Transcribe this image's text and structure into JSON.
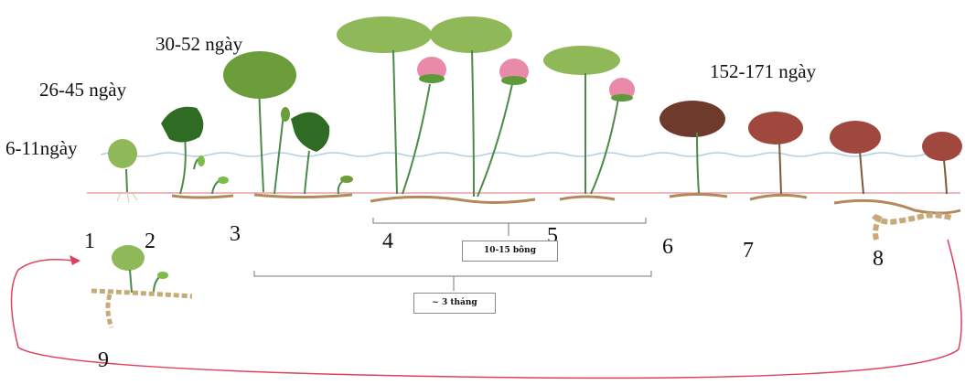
{
  "durations": {
    "d1": "6-11ngày",
    "d2": "26-45 ngày",
    "d3": "30-52 ngày",
    "d4": "152-171 ngày"
  },
  "stages": [
    "1",
    "2",
    "3",
    "4",
    "5",
    "6",
    "7",
    "8",
    "9"
  ],
  "brackets": {
    "flowers": "10-15 bông",
    "period": "~ 3 tháng"
  },
  "colors": {
    "leaf_green": "#6b9e3a",
    "leaf_dark": "#2f6b22",
    "leaf_pale": "#8fb858",
    "leaf_senescent": "#6e3a2c",
    "leaf_reddish": "#a0483e",
    "flower_pink": "#e98aa8",
    "stem": "#4c8a4a",
    "rhizome": "#b08a5a",
    "soil_line": "#e8a0a8",
    "water_line": "#b4cfe2",
    "cycle_arrow": "#e04060"
  }
}
